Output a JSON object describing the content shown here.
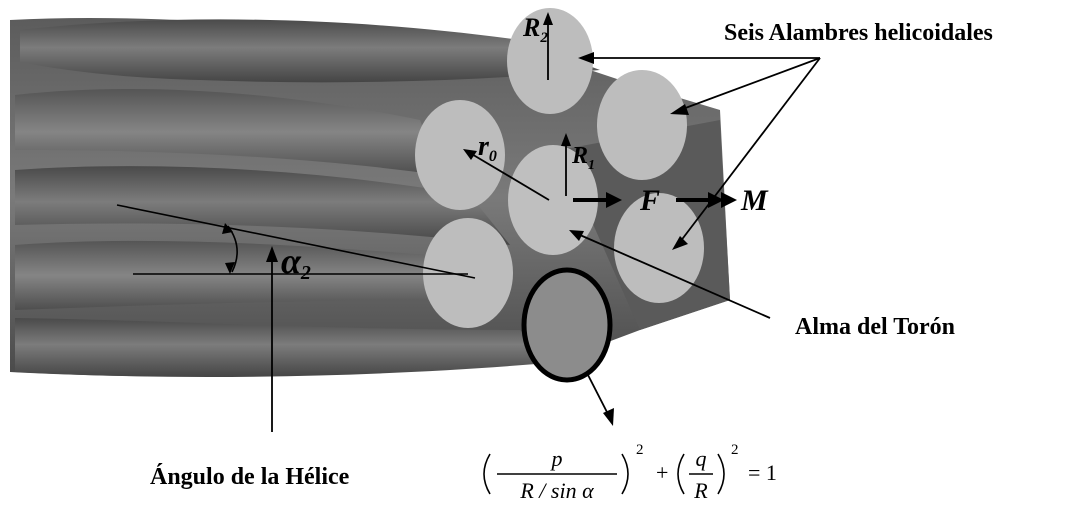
{
  "labels": {
    "wires": "Seis Alambres helicoidales",
    "core": "Alma del Torón",
    "angle": "Ángulo de la Hélice"
  },
  "symbols": {
    "R2_main": "R",
    "R2_sub": "2",
    "R1_main": "R",
    "R1_sub": "1",
    "r0_main": "r",
    "r0_sub": "0",
    "alpha_main": "α",
    "alpha_sub": "2",
    "F": "F",
    "M": "M"
  },
  "equation": {
    "p": "p",
    "denominator": "R / sin α",
    "q": "q",
    "R": "R",
    "exp1": "2",
    "exp2": "2",
    "plus": "+",
    "equals": "= 1"
  },
  "colors": {
    "strand_dark": "#505050",
    "strand_mid": "#6a6a6a",
    "wire_face": "#bdbdbd",
    "ellipse_face": "#8c8c8c"
  }
}
